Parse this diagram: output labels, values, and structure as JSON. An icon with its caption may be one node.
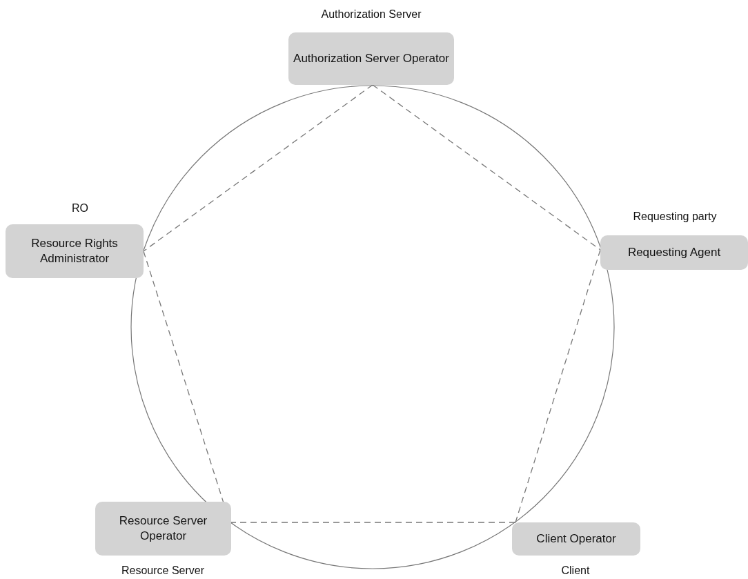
{
  "diagram": {
    "nodes": [
      {
        "text": [
          "Authorization Server Operator"
        ],
        "beside": [
          "Authorization Server"
        ]
      },
      {
        "text": [
          "Resource Rights Administrator"
        ],
        "beside": [
          "RO"
        ]
      },
      {
        "text": [
          "Requesting Agent"
        ],
        "beside": [
          "Requesting party"
        ]
      },
      {
        "text": [
          "Resource Server Operator"
        ],
        "beside": [
          "Resource Server"
        ]
      },
      {
        "text": [
          "Client Operator"
        ],
        "beside": [
          "Client"
        ]
      }
    ],
    "edges": [
      {
        "from": 0,
        "to": 1,
        "arrow": "none",
        "style": "dashed"
      },
      {
        "from": 0,
        "to": 2,
        "arrow": "none",
        "style": "dashed"
      },
      {
        "from": 1,
        "to": 3,
        "arrow": "none",
        "style": "dashed"
      },
      {
        "from": 2,
        "to": 4,
        "arrow": "none",
        "style": "dashed"
      },
      {
        "from": 3,
        "to": 4,
        "arrow": "none",
        "style": "dashed"
      }
    ]
  }
}
